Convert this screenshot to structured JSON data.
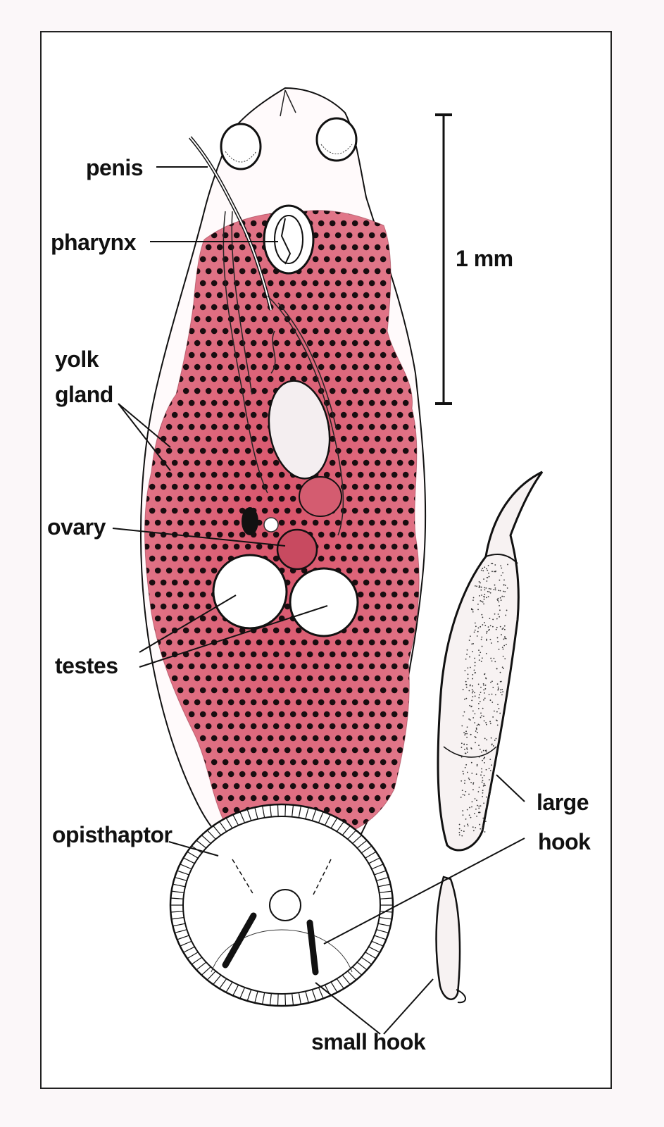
{
  "labels": {
    "penis": "penis",
    "pharynx": "pharynx",
    "yolk_gland_line1": "yolk",
    "yolk_gland_line2": "gland",
    "ovary": "ovary",
    "testes": "testes",
    "opisthaptor": "opisthaptor",
    "large_hook_line1": "large",
    "large_hook_line2": "hook",
    "small_hook": "small hook"
  },
  "scale_bar": {
    "label": "1 mm"
  },
  "colors": {
    "yolk_pink": "#d9536a",
    "yolk_light": "#ec95a4",
    "dots": "#1a0d10",
    "ink": "#111111",
    "page_tint": "#fbf7f9"
  }
}
